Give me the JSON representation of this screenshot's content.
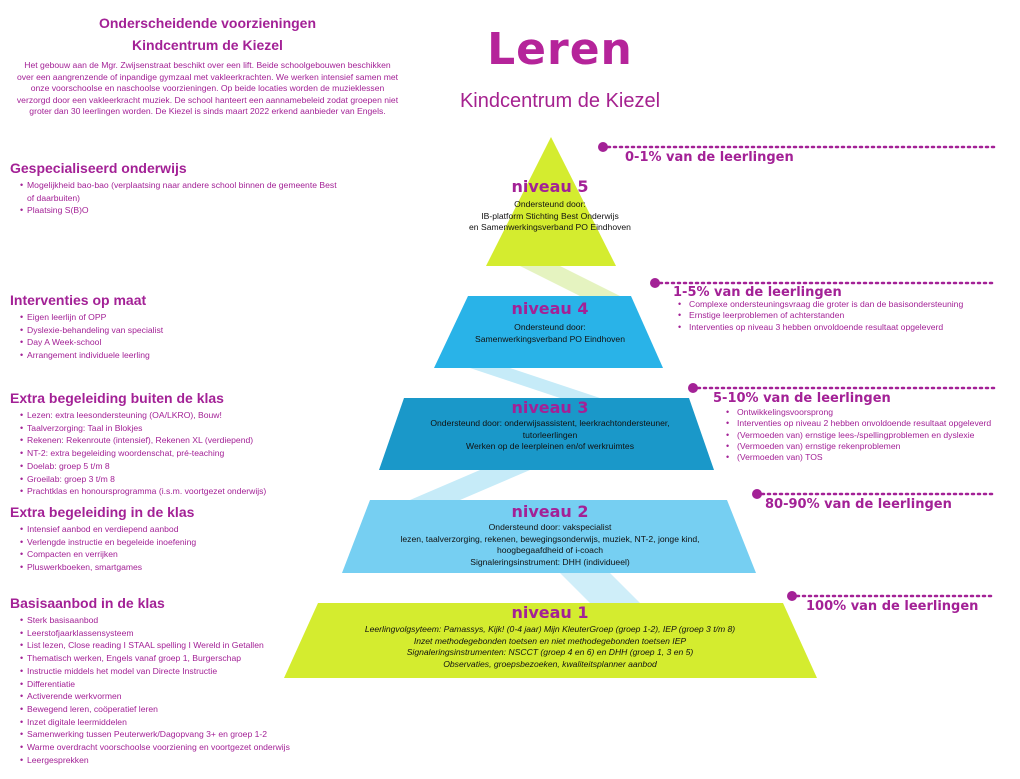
{
  "intro": {
    "heading1": "Onderscheidende voorzieningen",
    "heading2": "Kindcentrum de Kiezel",
    "body": "Het gebouw aan de Mgr. Zwijsenstraat beschikt over een lift. Beide schoolgebouwen beschikken over een aangrenzende of inpandige gymzaal met vakleerkrachten. We werken intensief samen met onze voorschoolse en naschoolse voorzieningen. Op beide locaties worden de muzieklessen verzorgd door een vakleerkracht muziek. De school hanteert een aannamebeleid zodat groepen niet groter dan 30 leerlingen worden. De Kiezel is sinds maart 2022 erkend aanbieder van Engels."
  },
  "title": "Leren",
  "subtitle": "Kindcentrum de Kiezel",
  "colors": {
    "magenta": "#a32196",
    "lime": "#d4ec2f",
    "lime_light": "#e6f36a",
    "blue_mid": "#29b3e8",
    "blue_dark": "#1a98c9",
    "blue_light": "#76cff2",
    "ribbon": "#d8f0f8"
  },
  "left_sections": [
    {
      "title": "Gespecialiseerd onderwijs",
      "items": [
        "Mogelijkheid bao-bao (verplaatsing naar andere school binnen de gemeente Best of daarbuiten)",
        "Plaatsing S(B)O"
      ]
    },
    {
      "title": "Interventies op maat",
      "items": [
        "Eigen leerlijn of OPP",
        "Dyslexie-behandeling van specialist",
        "Day A Week-school",
        "Arrangement individuele leerling"
      ]
    },
    {
      "title": "Extra begeleiding buiten de klas",
      "items": [
        "Lezen: extra leesondersteuning (OA/LKRO), Bouw!",
        "Taalverzorging: Taal in Blokjes",
        "Rekenen: Rekenroute (intensief), Rekenen XL (verdiepend)",
        "NT-2: extra begeleiding woordenschat, pré-teaching",
        "Doelab: groep 5 t/m 8",
        "Groeilab: groep 3 t/m 8",
        "Prachtklas en honoursprogramma (i.s.m. voortgezet onderwijs)"
      ]
    },
    {
      "title": "Extra begeleiding in de klas",
      "items": [
        "Intensief aanbod en verdiepend aanbod",
        "Verlengde instructie en begeleide inoefening",
        "Compacten en verrijken",
        "Pluswerkboeken, smartgames"
      ]
    },
    {
      "title": "Basisaanbod in de klas",
      "items": [
        "Sterk basisaanbod",
        "Leerstofjaarklassensysteem",
        "List lezen, Close reading I STAAL spelling I Wereld in Getallen",
        "Thematisch werken, Engels vanaf groep 1, Burgerschap",
        "Instructie middels het model van Directe Instructie",
        "Differentiatie",
        "Activerende werkvormen",
        "Bewegend leren, coöperatief leren",
        "Inzet digitale leermiddelen",
        "Samenwerking tussen Peuterwerk/Dagopvang 3+ en groep 1-2",
        "Warme overdracht voorschoolse voorziening en voortgezet onderwijs",
        "Leergesprekken"
      ]
    }
  ],
  "levels": [
    {
      "name": "niveau 5",
      "lines": [
        "Ondersteund door:",
        "IB-platform Stichting Best Onderwijs",
        "en Samenwerkingsverband PO Eindhoven"
      ]
    },
    {
      "name": "niveau 4",
      "lines": [
        "Ondersteund door:",
        "Samenwerkingsverband PO Eindhoven"
      ]
    },
    {
      "name": "niveau 3",
      "lines": [
        "Ondersteund door: onderwijsassistent, leerkrachtondersteuner,",
        "tutorleerlingen",
        "Werken op de leerpleinen en/of werkruimtes"
      ]
    },
    {
      "name": "niveau 2",
      "lines": [
        "Ondersteund door: vakspecialist",
        "lezen, taalverzorging, rekenen, bewegingsonderwijs, muziek, NT-2, jonge kind,",
        "hoogbegaafdheid of i-coach",
        "Signaleringsinstrument: DHH (individueel)"
      ]
    },
    {
      "name": "niveau 1",
      "lines": [
        "Leerlingvolgsyteem: Pamassys, Kijk! (0-4 jaar) Mijn KleuterGroep (groep 1-2), IEP (groep 3 t/m 8)",
        "Inzet methodegebonden toetsen en niet methodegebonden toetsen IEP",
        "Signaleringsinstrumenten: NSCCT (groep 4 en 6) en DHH (groep 1, 3 en 5)",
        "Observaties, groepsbezoeken, kwaliteitsplanner aanbod"
      ]
    }
  ],
  "right": [
    {
      "pct": "0-1% van de leerlingen",
      "items": []
    },
    {
      "pct": "1-5% van de leerlingen",
      "items": [
        "Complexe ondersteuningsvraag die groter is dan de basisondersteuning",
        "Ernstige leerproblemen of achterstanden",
        "Interventies op niveau 3 hebben onvoldoende resultaat opgeleverd"
      ]
    },
    {
      "pct": "5-10% van de leerlingen",
      "items": [
        "Ontwikkelingsvoorsprong",
        "Interventies op niveau 2 hebben onvoldoende resultaat opgeleverd",
        "(Vermoeden van) ernstige lees-/spellingproblemen en dyslexie",
        "(Vermoeden van) ernstige rekenproblemen",
        "(Vermoeden van) TOS"
      ]
    },
    {
      "pct": "80-90% van de leerlingen",
      "items": []
    },
    {
      "pct": "100% van de leerlingen",
      "items": []
    }
  ]
}
